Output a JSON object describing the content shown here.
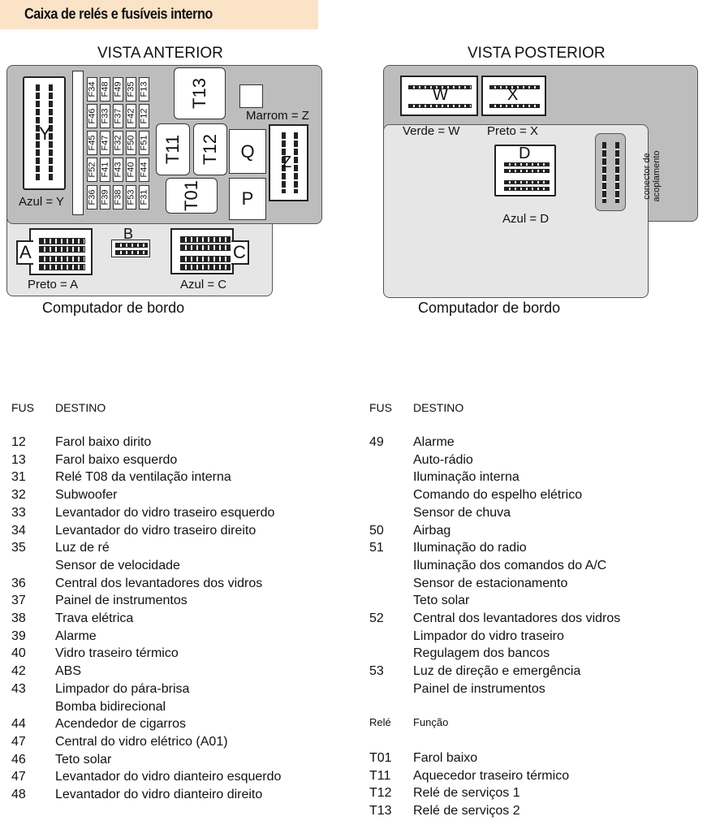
{
  "title": "Caixa de relés e fusíveis interno",
  "front": {
    "title": "VISTA ANTERIOR",
    "connectors": {
      "Y": "Y",
      "Z": "Z",
      "Q": "Q",
      "P": "P",
      "A": "A",
      "B": "B",
      "C": "C"
    },
    "labels": {
      "y": "Azul = Y",
      "z": "Marrom = Z",
      "a": "Preto = A",
      "c": "Azul = C"
    },
    "relays": [
      "T13",
      "T11",
      "T12",
      "T01"
    ],
    "fuses": [
      [
        "F34",
        "F48",
        "F49",
        "F35",
        "F13"
      ],
      [
        "F46",
        "F33",
        "F37",
        "F42",
        "F12"
      ],
      [
        "F45",
        "F47",
        "F32",
        "F50",
        "F51"
      ],
      [
        "F52",
        "F41",
        "F43",
        "F40",
        "F44"
      ],
      [
        "F36",
        "F39",
        "F38",
        "F53",
        "F31"
      ]
    ],
    "caption": "Computador de bordo"
  },
  "rear": {
    "title": "VISTA POSTERIOR",
    "connectors": {
      "W": "W",
      "X": "X",
      "D": "D"
    },
    "labels": {
      "w": "Verde = W",
      "x": "Preto = X",
      "d": "Azul = D",
      "coupling": "conector de acoplamento"
    },
    "caption": "Computador de bordo"
  },
  "table_left": {
    "h1": "FUS",
    "h2": "DESTINO",
    "rows": [
      [
        "12",
        "Farol baixo dirito"
      ],
      [
        "13",
        "Farol baixo esquerdo"
      ],
      [
        "31",
        "Relé T08 da ventilação interna"
      ],
      [
        "32",
        "Subwoofer"
      ],
      [
        "33",
        "Levantador do vidro traseiro esquerdo"
      ],
      [
        "34",
        "Levantador do vidro traseiro direito"
      ],
      [
        "35",
        "Luz de ré"
      ],
      [
        "",
        "Sensor de velocidade"
      ],
      [
        "36",
        "Central dos levantadores dos vidros"
      ],
      [
        "37",
        "Painel de instrumentos"
      ],
      [
        "38",
        "Trava elétrica"
      ],
      [
        "39",
        "Alarme"
      ],
      [
        "40",
        "Vidro traseiro térmico"
      ],
      [
        "42",
        "ABS"
      ],
      [
        "43",
        "Limpador do pára-brisa"
      ],
      [
        "",
        "Bomba bidirecional"
      ],
      [
        "44",
        "Acendedor de cigarros"
      ],
      [
        "47",
        "Central do vidro elétrico (A01)"
      ],
      [
        "46",
        "Teto solar"
      ],
      [
        "47",
        "Levantador do vidro dianteiro esquerdo"
      ],
      [
        "48",
        "Levantador do vidro dianteiro direito"
      ]
    ]
  },
  "table_right": {
    "h1": "FUS",
    "h2": "DESTINO",
    "rows": [
      [
        "49",
        "Alarme"
      ],
      [
        "",
        "Auto-rádio"
      ],
      [
        "",
        "Iluminação interna"
      ],
      [
        "",
        "Comando do espelho elétrico"
      ],
      [
        "",
        "Sensor de chuva"
      ],
      [
        "50",
        "Airbag"
      ],
      [
        "51",
        "Iluminação do radio"
      ],
      [
        "",
        "Iluminação dos comandos do A/C"
      ],
      [
        "",
        "Sensor de estacionamento"
      ],
      [
        "",
        "Teto solar"
      ],
      [
        "52",
        "Central dos levantadores dos vidros"
      ],
      [
        "",
        "Limpador do vidro traseiro"
      ],
      [
        "",
        "Regulagem dos bancos"
      ],
      [
        "53",
        "Luz de direção e emergência"
      ],
      [
        "",
        "Painel de instrumentos"
      ]
    ]
  },
  "relay_table": {
    "h1": "Relé",
    "h2": "Função",
    "rows": [
      [
        "T01",
        "Farol baixo"
      ],
      [
        "T11",
        "Aquecedor traseiro térmico"
      ],
      [
        "T12",
        "Relé de serviços 1"
      ],
      [
        "T13",
        "Relé de serviços 2"
      ]
    ]
  }
}
